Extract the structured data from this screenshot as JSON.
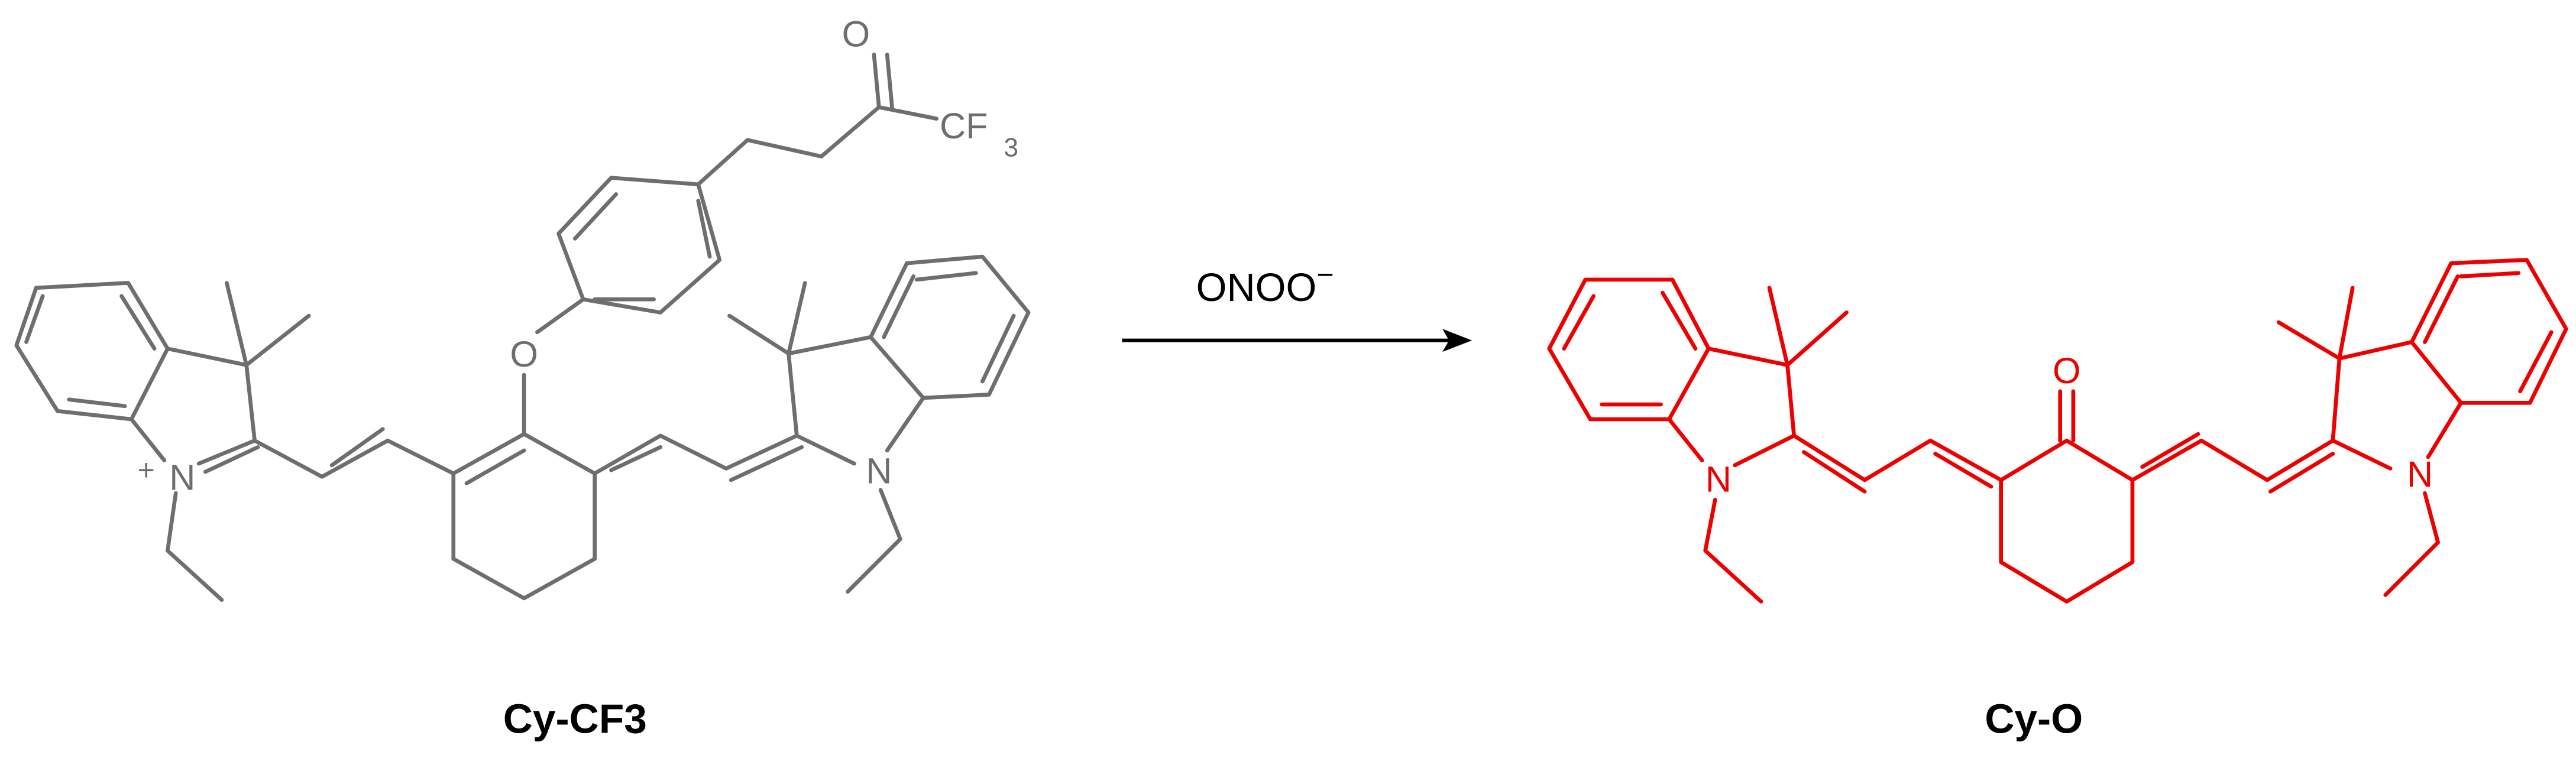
{
  "reactant": {
    "name": "Cy-CF3",
    "color": "#6e6e6e",
    "atoms": {
      "n_indolium": "N",
      "charge": "+",
      "n_indoline": "N",
      "o_ether": "O",
      "o_ketone": "O",
      "cf3_c": "CF",
      "cf3_sub": "3"
    }
  },
  "reagent": {
    "label": "ONOO",
    "superscript": "−"
  },
  "product": {
    "name": "Cy-O",
    "color": "#ee0000",
    "atoms": {
      "n_left": "N",
      "n_right": "N",
      "o_ketone": "O"
    }
  },
  "arrow_color": "#000000"
}
